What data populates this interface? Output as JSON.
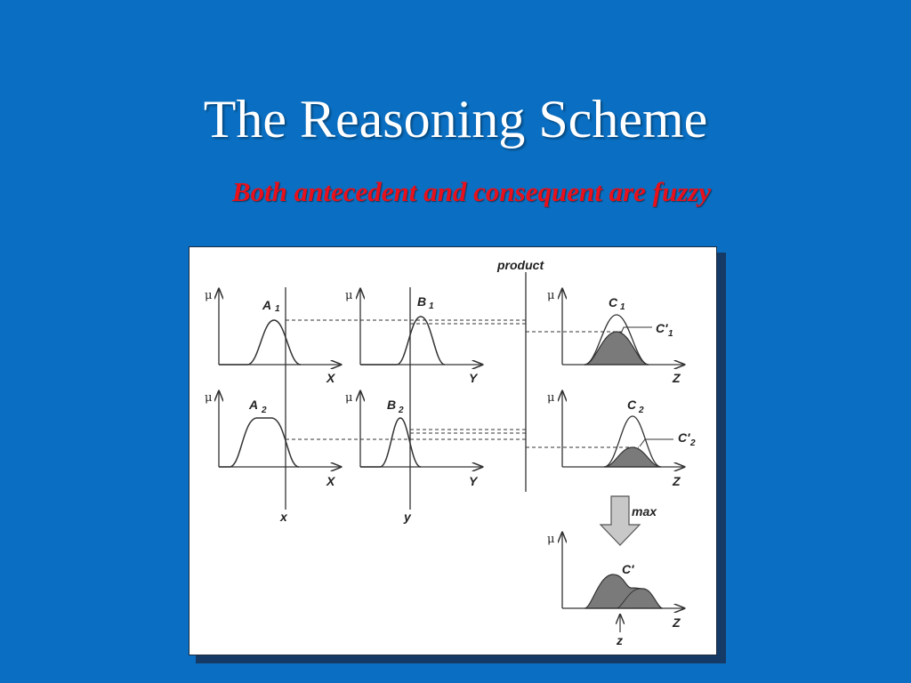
{
  "slide": {
    "title": "The Reasoning Scheme",
    "subtitle": "Both antecedent and consequent are fuzzy"
  },
  "diagram": {
    "product_label": "product",
    "max_label": "max",
    "mu_symbol": "μ",
    "rule1": {
      "antecedent_a": "A",
      "antecedent_a_sub": "1",
      "antecedent_b": "B",
      "antecedent_b_sub": "1",
      "consequent": "C",
      "consequent_sub": "1",
      "scaled_consequent": "C′",
      "scaled_consequent_sub": "1",
      "axis_x": "X",
      "axis_y": "Y",
      "axis_z": "Z"
    },
    "rule2": {
      "antecedent_a": "A",
      "antecedent_a_sub": "2",
      "antecedent_b": "B",
      "antecedent_b_sub": "2",
      "consequent": "C",
      "consequent_sub": "2",
      "scaled_consequent": "C′",
      "scaled_consequent_sub": "2",
      "axis_x": "X",
      "axis_y": "Y",
      "axis_z": "Z"
    },
    "inputs": {
      "x": "x",
      "y": "y"
    },
    "result": {
      "aggregate": "C′",
      "axis_z": "Z",
      "crisp_output": "z"
    },
    "colors": {
      "fill": "#7a7a7a",
      "arrow_fill": "#c8c8c8"
    }
  }
}
